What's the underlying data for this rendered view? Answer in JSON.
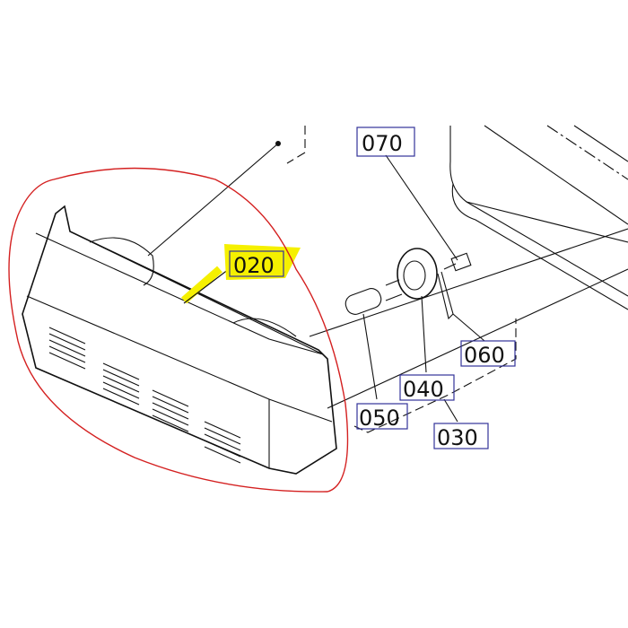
{
  "diagram": {
    "labels": {
      "lamp_lens": "020",
      "bolt": "070",
      "bracket": "060",
      "socket": "040",
      "bulb": "050",
      "lamp_assembly": "030"
    },
    "colors": {
      "highlight": "#f5f000",
      "circle_annotation": "#d42020",
      "label_box": "#333399"
    }
  }
}
